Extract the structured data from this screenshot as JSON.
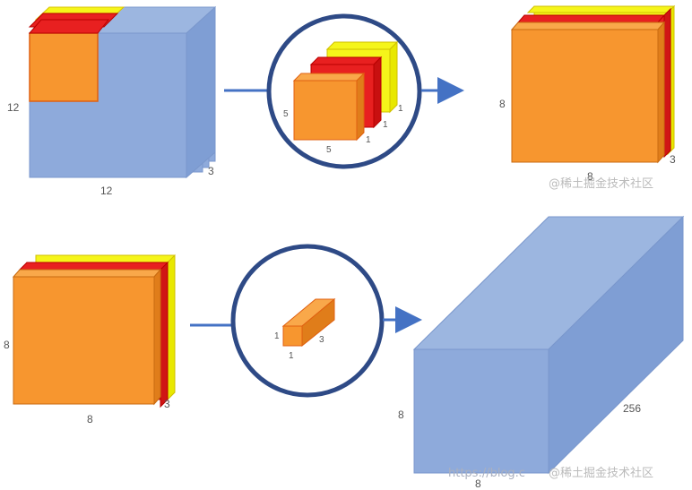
{
  "colors": {
    "input_volume": "#8eaadb",
    "input_volume_dark": "#6b8ec8",
    "output_volume": "#8eaadb",
    "orange_channel": "#f7962f",
    "red_channel": "#e82020",
    "yellow_channel": "#f5f51a",
    "arrow": "#4472c4",
    "circle": "#2e4a86"
  },
  "top_row": {
    "input_height_label": "12",
    "input_width_label": "12",
    "input_depth_label": "3",
    "kernel_height_label": "5",
    "kernel_width_label": "5",
    "kernel_depth_labels": [
      "1",
      "1",
      "1"
    ],
    "output_height_label": "8",
    "output_width_label": "8",
    "output_depth_label": "3"
  },
  "bottom_row": {
    "input_height_label": "8",
    "input_width_label": "8",
    "input_depth_label": "3",
    "kernel_height_label": "1",
    "kernel_width_label": "1",
    "kernel_depth_label": "3",
    "output_height_label": "8",
    "output_width_label": "8",
    "output_depth_label": "256"
  },
  "watermarks": {
    "top": "@稀土掘金技术社区",
    "bottom_url": "https://blog.c",
    "bottom": "@稀土掘金技术社区"
  }
}
